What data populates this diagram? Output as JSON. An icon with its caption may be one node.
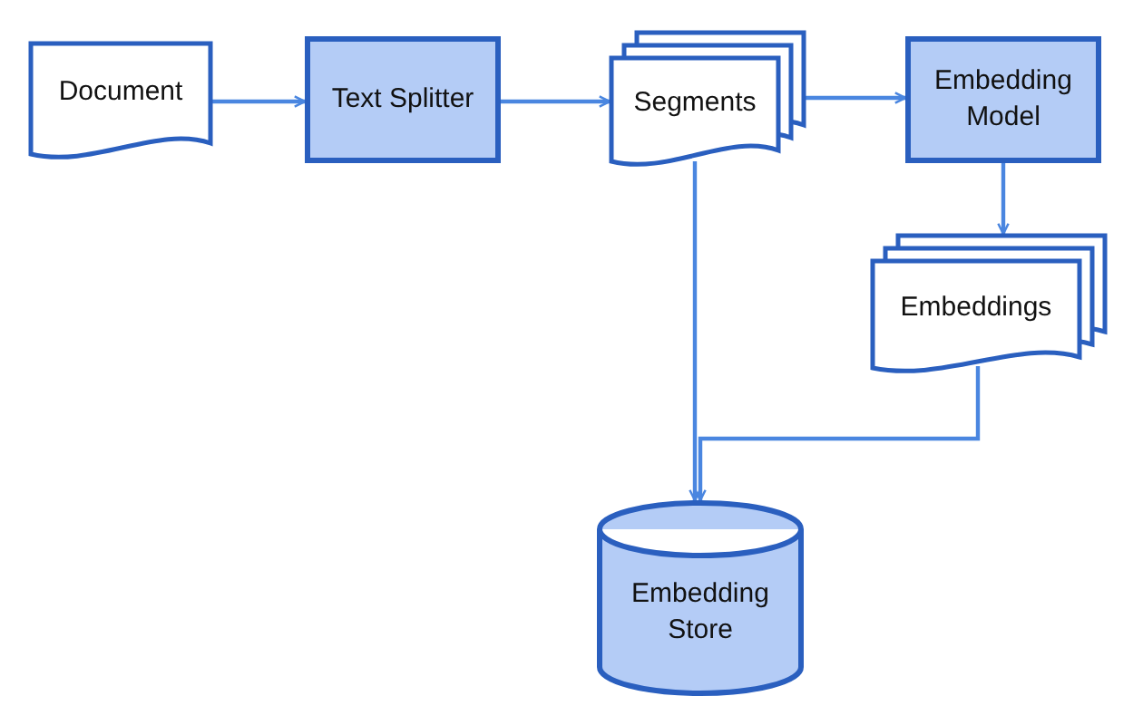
{
  "diagram": {
    "nodes": [
      {
        "text": [
          "Document"
        ]
      },
      {
        "text": [
          "Text Splitter"
        ]
      },
      {
        "text": [
          "Segments"
        ]
      },
      {
        "text": [
          "Embedding Model"
        ]
      },
      {
        "text": [
          "Embeddings"
        ]
      },
      {
        "text": [
          "Embedding Store"
        ]
      }
    ],
    "edges": [
      {
        "from": 0,
        "to": 1,
        "arrow": "to"
      },
      {
        "from": 1,
        "to": 2,
        "arrow": "to"
      },
      {
        "from": 2,
        "to": 3,
        "arrow": "to"
      },
      {
        "from": 3,
        "to": 4,
        "arrow": "to"
      },
      {
        "from": 2,
        "to": 5,
        "arrow": "to"
      },
      {
        "from": 4,
        "to": 5,
        "arrow": "to"
      }
    ]
  }
}
